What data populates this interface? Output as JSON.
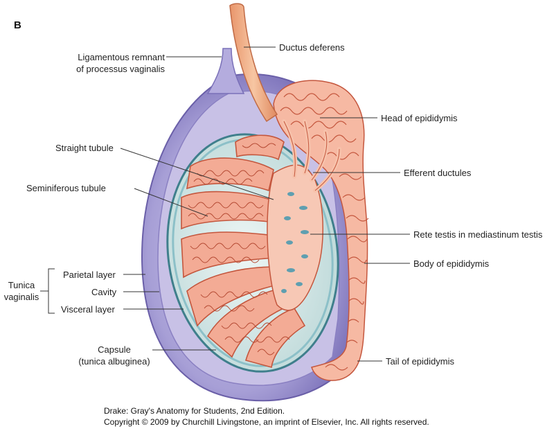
{
  "panel_letter": "B",
  "labels": {
    "ligament_line1": "Ligamentous remnant",
    "ligament_line2": "of processus vaginalis",
    "ductus_deferens": "Ductus deferens",
    "head_epididymis": "Head of epididymis",
    "straight_tubule": "Straight tubule",
    "efferent_ductules": "Efferent ductules",
    "seminiferous_tubule": "Seminiferous tubule",
    "rete_testis": "Rete testis in mediastinum testis",
    "body_epididymis": "Body of epididymis",
    "tunica_line1": "Tunica",
    "tunica_line2": "vaginalis",
    "parietal_layer": "Parietal layer",
    "cavity": "Cavity",
    "visceral_layer": "Visceral layer",
    "capsule_line1": "Capsule",
    "capsule_line2": "(tunica albuginea)",
    "tail_epididymis": "Tail of epididymis"
  },
  "credit": {
    "line1": "Drake: Gray's Anatomy for Students, 2nd Edition.",
    "line2": "Copyright © 2009 by Churchill Livingstone, an imprint of Elsevier, Inc. All rights reserved."
  },
  "colors": {
    "tunica_purple": "#8f86c6",
    "tunica_light": "#c9c3e6",
    "capsule_blue": "#6aa7b3",
    "interstitium": "#dceceb",
    "tubule_pink": "#f2a993",
    "tubule_dark": "#c4563d",
    "duct_orange": "#f0b28c"
  }
}
